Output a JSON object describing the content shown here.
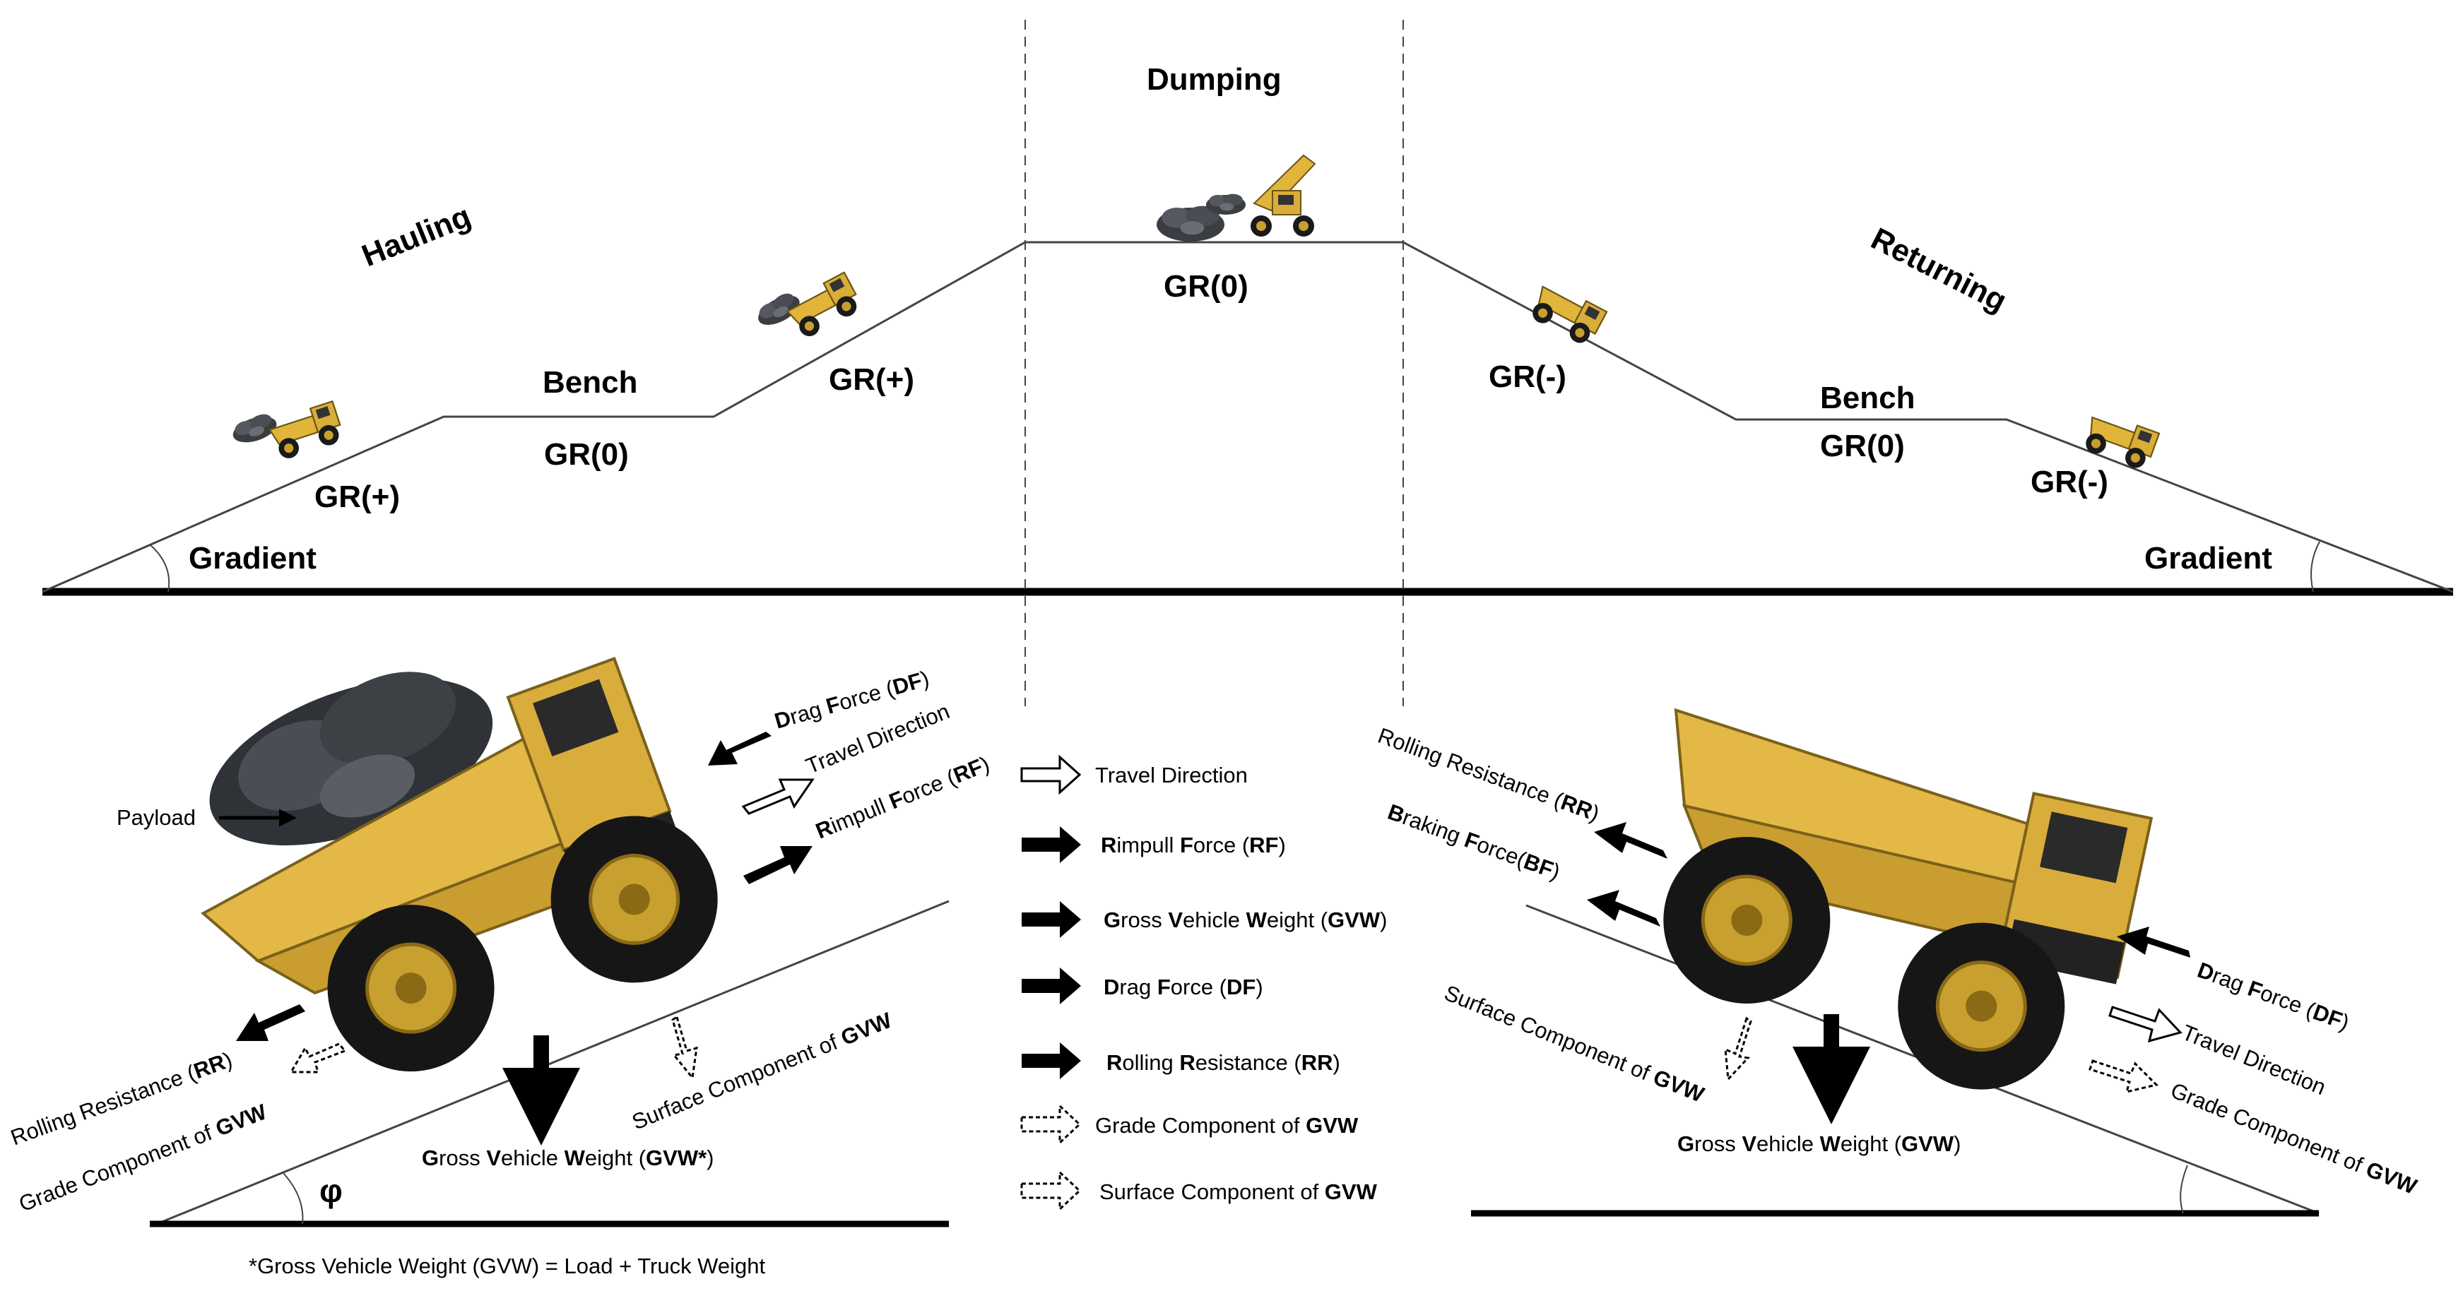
{
  "top": {
    "hauling": "Hauling",
    "dumping": "Dumping",
    "returning": "Returning",
    "bench": "Bench",
    "bench_right": "Bench",
    "gr_zero": "GR(0)",
    "gr_zero_top": "GR(0)",
    "gr_zero_right": "GR(0)",
    "gr_plus_1": "GR(+)",
    "gr_plus_2": "GR(+)",
    "gr_minus_1": "GR(-)",
    "gr_minus_2": "GR(-)",
    "gradient_left": "Gradient",
    "gradient_right": "Gradient"
  },
  "left_panel": {
    "payload": "Payload",
    "drag_force": {
      "a": "D",
      "b": "rag ",
      "c": "F",
      "d": "orce (",
      "e": "DF",
      "f": ")"
    },
    "travel_direction": "Travel Direction",
    "rimpull_force": {
      "a": "R",
      "b": "impull ",
      "c": "F",
      "d": "orce (",
      "e": "RF",
      "f": ")"
    },
    "rolling_resistance": {
      "a": "Rolling Resistance (",
      "b": "RR",
      "c": ")"
    },
    "grade_component": {
      "a": "Grade Component of ",
      "b": "GVW"
    },
    "surface_component": {
      "a": "Surface Component of ",
      "b": "GVW"
    },
    "gvw": {
      "a": "G",
      "b": "ross ",
      "c": "V",
      "d": "ehicle ",
      "e": "W",
      "f": "eight (",
      "g": "GVW*",
      "h": ")"
    },
    "angle": "φ",
    "footnote": "*Gross Vehicle Weight (GVW) = Load + Truck Weight"
  },
  "legend": {
    "travel_direction": "Travel Direction",
    "rimpull": {
      "a": "R",
      "b": "impull ",
      "c": "F",
      "d": "orce (",
      "e": "RF",
      "f": ")"
    },
    "gvw": {
      "a": "G",
      "b": "ross ",
      "c": "V",
      "d": "ehicle ",
      "e": "W",
      "f": "eight (",
      "g": "GVW",
      "h": ")"
    },
    "drag": {
      "a": "D",
      "b": "rag ",
      "c": "F",
      "d": "orce (",
      "e": "DF",
      "f": ")"
    },
    "rolling": {
      "a": "R",
      "b": "olling ",
      "c": "R",
      "d": "esistance (",
      "e": "RR",
      "f": ")"
    },
    "grade": {
      "a": "Grade Component of ",
      "b": "GVW"
    },
    "surface": {
      "a": "Surface Component of ",
      "b": "GVW"
    }
  },
  "right_panel": {
    "rolling_resistance": {
      "a": "Rolling Resistance (",
      "b": "RR",
      "c": ")"
    },
    "braking_force": {
      "a": "B",
      "b": "raking ",
      "c": "F",
      "d": "orce(",
      "e": "BF",
      "f": ")"
    },
    "drag_force": {
      "a": "D",
      "b": "rag ",
      "c": "F",
      "d": "orce (",
      "e": "DF",
      "f": ")"
    },
    "travel_direction": "Travel Direction",
    "grade_component": {
      "a": "Grade Component of ",
      "b": "GVW"
    },
    "surface_component": {
      "a": "Surface Component of ",
      "b": "GVW"
    },
    "gvw": {
      "a": "G",
      "b": "ross ",
      "c": "V",
      "d": "ehicle ",
      "e": "W",
      "f": "eight (",
      "g": "GVW",
      "h": ")"
    }
  }
}
